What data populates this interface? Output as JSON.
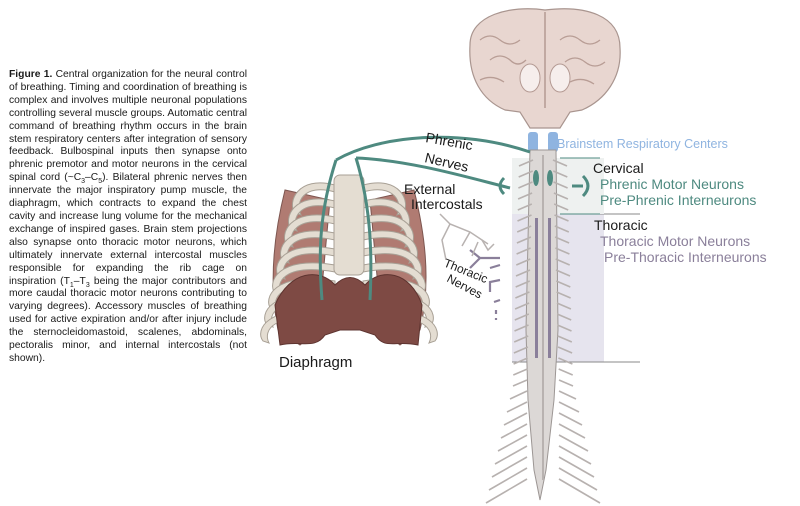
{
  "caption": {
    "figure_label": "Figure 1.",
    "body": " Central organization for the neural control of breathing. Timing and coordination of breathing is complex and involves multiple neuronal populations controlling several muscle groups. Automatic central command of breathing rhythm occurs in the brain stem respiratory centers after integration of sensory feedback. Bulbospinal inputs then synapse onto phrenic premotor and motor neurons in the cervical spinal cord (~C",
    "sub_c3": "3",
    "dash1": "–C",
    "sub_c5": "5",
    "body2": "). Bilateral phrenic nerves then innervate the major inspiratory pump muscle, the diaphragm, which contracts to expand the chest cavity and increase lung volume for the mechanical exchange of inspired gases. Brain stem projections also synapse onto thoracic motor neurons, which ultimately innervate external intercostal muscles responsible for expanding the rib cage on inspiration (T",
    "sub_t1": "1",
    "dash2": "–T",
    "sub_t3": "3",
    "body3": " being the major contributors and more caudal thoracic motor neurons contributing to varying degrees). Accessory muscles of breathing used for active expiration and/or after injury include the sternocleidomastoid, scalenes, abdominals, pectoralis minor, and internal intercostals (not shown)."
  },
  "labels": {
    "brainstem": "Brainstem Respiratory Centers",
    "cervical": "Cervical",
    "phrenic_motor": "Phrenic Motor Neurons",
    "pre_phrenic": "Pre-Phrenic Interneurons",
    "thoracic": "Thoracic",
    "thoracic_motor": "Thoracic Motor Neurons",
    "pre_thoracic": "Pre-Thoracic Interneurons",
    "phrenic": "Phrenic",
    "nerves": "Nerves",
    "external": "External",
    "intercostals": "Intercostals",
    "thoracic_nerves_1": "Thoracic",
    "thoracic_nerves_2": "Nerves",
    "diaphragm": "Diaphragm"
  },
  "colors": {
    "phrenic_teal": "#4e8a80",
    "thoracic_purple": "#8a7f9a",
    "brainstem_blue": "#8fb4e0",
    "thoracic_box": "#e6e4ee",
    "cervical_box": "#e9edec",
    "spine": "#d8d4d2",
    "rib": "#e4ddd2",
    "muscle": "#b07b72",
    "diaphragm": "#7e4a44"
  }
}
